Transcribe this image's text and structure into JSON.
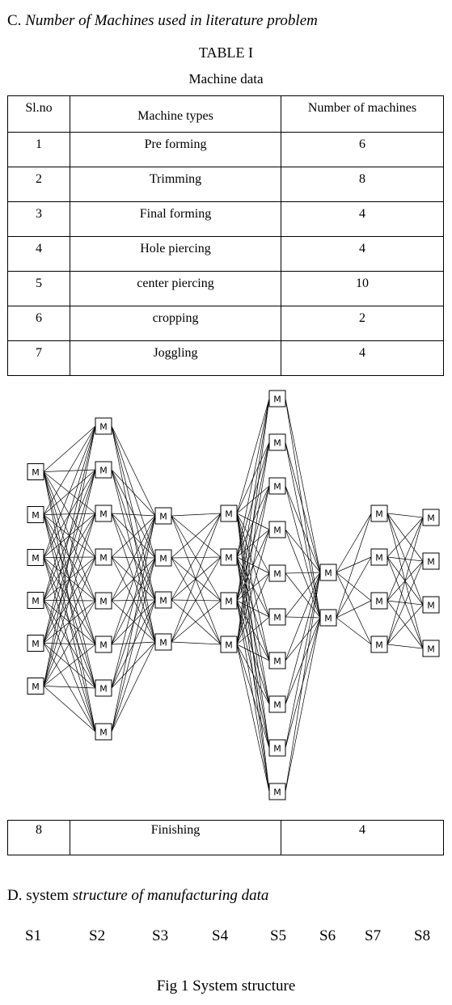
{
  "section_c": {
    "letter": "C.",
    "title": "Number of Machines used in literature problem"
  },
  "table_caption": {
    "number": "TABLE I",
    "title": "Machine data"
  },
  "table": {
    "headers": [
      "Sl.no",
      "Machine types",
      "Number of machines"
    ],
    "rows": [
      {
        "sl": "1",
        "type": "Pre forming",
        "count": "6"
      },
      {
        "sl": "2",
        "type": "Trimming",
        "count": "8"
      },
      {
        "sl": "3",
        "type": "Final forming",
        "count": "4"
      },
      {
        "sl": "4",
        "type": "Hole piercing",
        "count": "4"
      },
      {
        "sl": "5",
        "type": "center piercing",
        "count": "10"
      },
      {
        "sl": "6",
        "type": "cropping",
        "count": "2"
      },
      {
        "sl": "7",
        "type": "Joggling",
        "count": "4"
      }
    ],
    "last_row": {
      "sl": "8",
      "type": "Finishing",
      "count": "4"
    }
  },
  "diagram": {
    "node_label": "M",
    "stage_machine_counts": [
      6,
      8,
      4,
      4,
      10,
      2,
      4,
      4
    ]
  },
  "section_d": {
    "letter": "D.",
    "plain": "system",
    "italic": "structure of manufacturing data"
  },
  "stages": [
    "S1",
    "S2",
    "S3",
    "S4",
    "S5",
    "S6",
    "S7",
    "S8"
  ],
  "figure_caption": "Fig 1 System structure"
}
